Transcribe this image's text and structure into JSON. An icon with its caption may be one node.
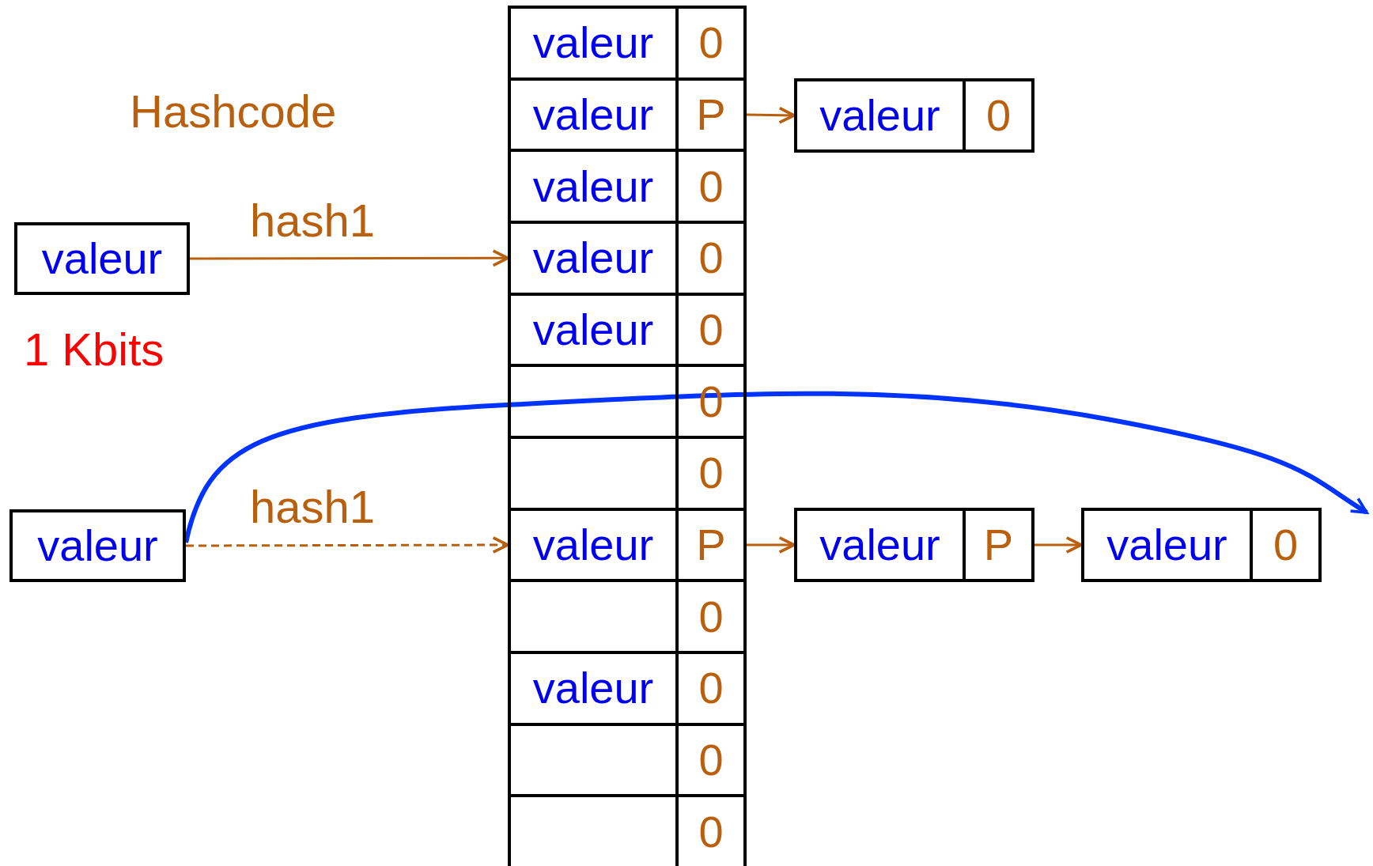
{
  "diagram": {
    "nodes": [
      {
        "text": [],
        "shape": "box"
      },
      {
        "text": [
          "valeur",
          "0"
        ],
        "in": 0
      },
      {
        "text": [
          "valeur",
          "P"
        ],
        "in": 0
      },
      {
        "text": [
          "valeur",
          "0"
        ],
        "in": 0
      },
      {
        "text": [
          "valeur",
          "0"
        ],
        "in": 0
      },
      {
        "text": [
          "valeur",
          "0"
        ],
        "in": 0
      },
      {
        "text": [
          "0"
        ],
        "in": 0
      },
      {
        "text": [
          "0"
        ],
        "in": 0
      },
      {
        "text": [
          "valeur",
          "P"
        ],
        "in": 0
      },
      {
        "text": [
          "0"
        ],
        "in": 0
      },
      {
        "text": [
          "valeur",
          "0"
        ],
        "in": 0
      },
      {
        "text": [
          "0"
        ],
        "in": 0
      },
      {
        "text": [
          "0"
        ],
        "in": 0
      },
      {
        "text": [
          "valeur",
          "0"
        ]
      },
      {
        "text": [
          "valeur"
        ],
        "beside": [
          "1 Kbits"
        ]
      },
      {
        "text": [
          "valeur"
        ]
      },
      {
        "text": [
          "valeur",
          "P"
        ]
      },
      {
        "text": [
          "valeur",
          "0"
        ]
      }
    ],
    "edges": [
      {
        "from": 14,
        "to": 4,
        "arrow": "to",
        "label": "hash1"
      },
      {
        "from": 15,
        "to": 8,
        "arrow": "to",
        "label": "hash1",
        "style": "dashed"
      },
      {
        "from": 2,
        "to": 13,
        "arrow": "to"
      },
      {
        "from": 8,
        "to": 16,
        "arrow": "to"
      },
      {
        "from": 16,
        "to": 17,
        "arrow": "to"
      },
      {
        "from": 15,
        "to": null,
        "arrow": "to",
        "style": "thick",
        "color": "#0033ff"
      }
    ],
    "labels": [
      "Hashcode"
    ]
  }
}
